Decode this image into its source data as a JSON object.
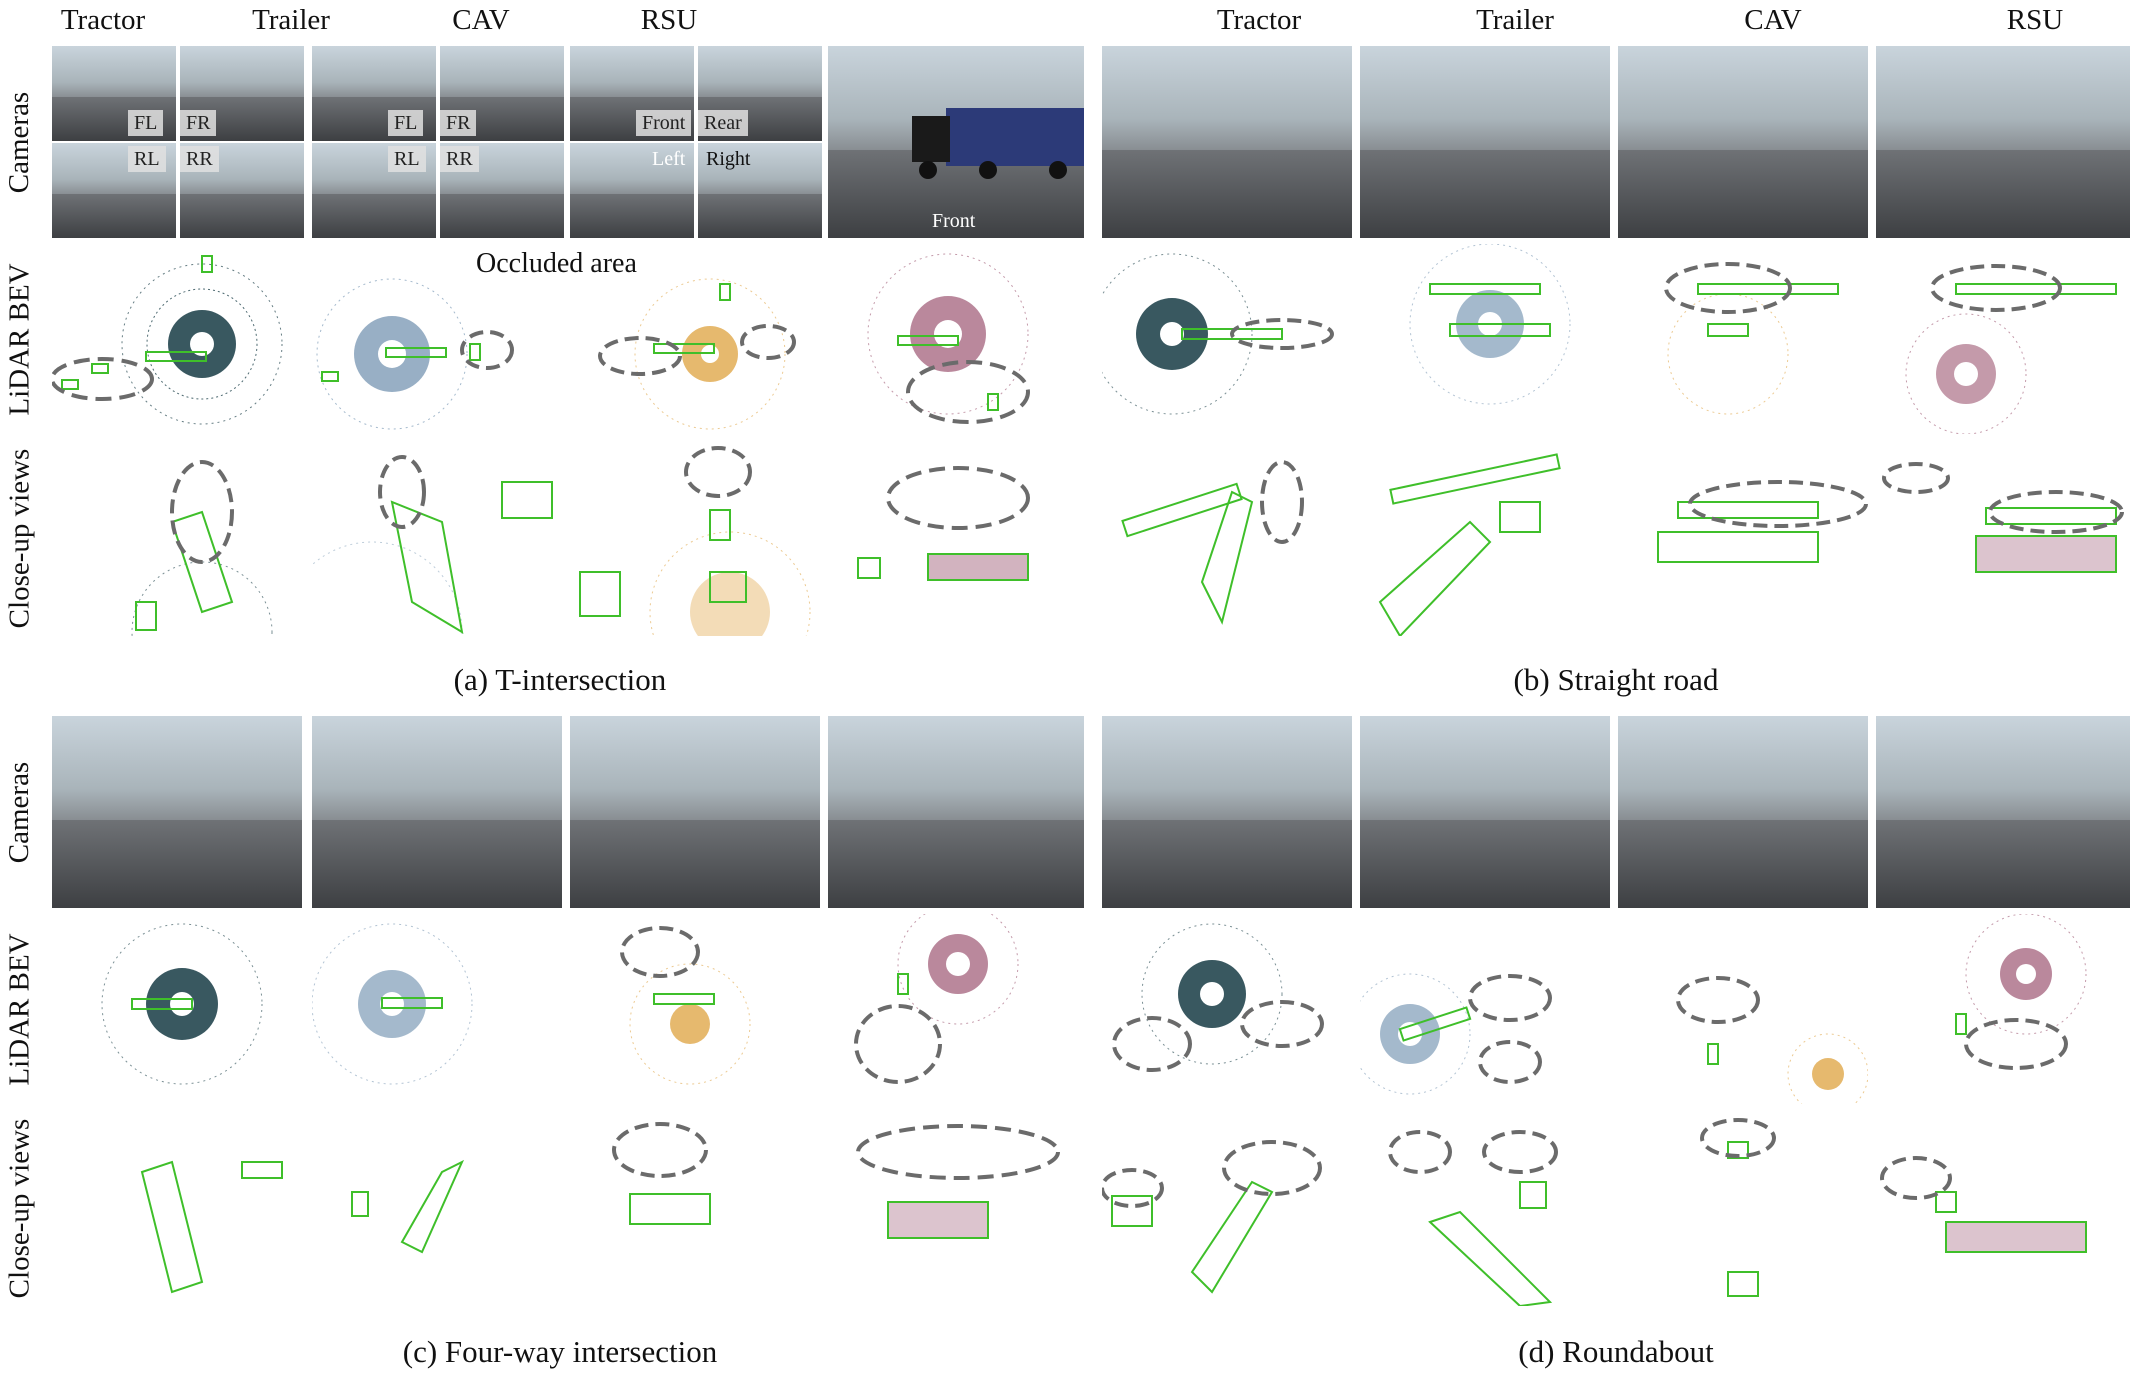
{
  "agents": [
    "Tractor",
    "Trailer",
    "CAV",
    "RSU"
  ],
  "rows": [
    "Cameras",
    "LiDAR BEV",
    "Close-up views"
  ],
  "camera_labels": {
    "tractor": [
      "FL",
      "FR",
      "RL",
      "RR"
    ],
    "cav": [
      "Front",
      "Rear",
      "Left",
      "Right"
    ],
    "rsu": "Front"
  },
  "annotation": "Occluded area",
  "captions": {
    "a": "(a) T-intersection",
    "b": "(b) Straight road",
    "c": "(c) Four-way intersection",
    "d": "(d) Roundabout"
  },
  "colors": {
    "tractor_points": "#23464f",
    "trailer_points": "#7e9bb6",
    "cav_points": "#e0a74a",
    "rsu_points": "#9c5672",
    "box": "#3fbf2a",
    "ellipse": "#6b6b6b"
  }
}
